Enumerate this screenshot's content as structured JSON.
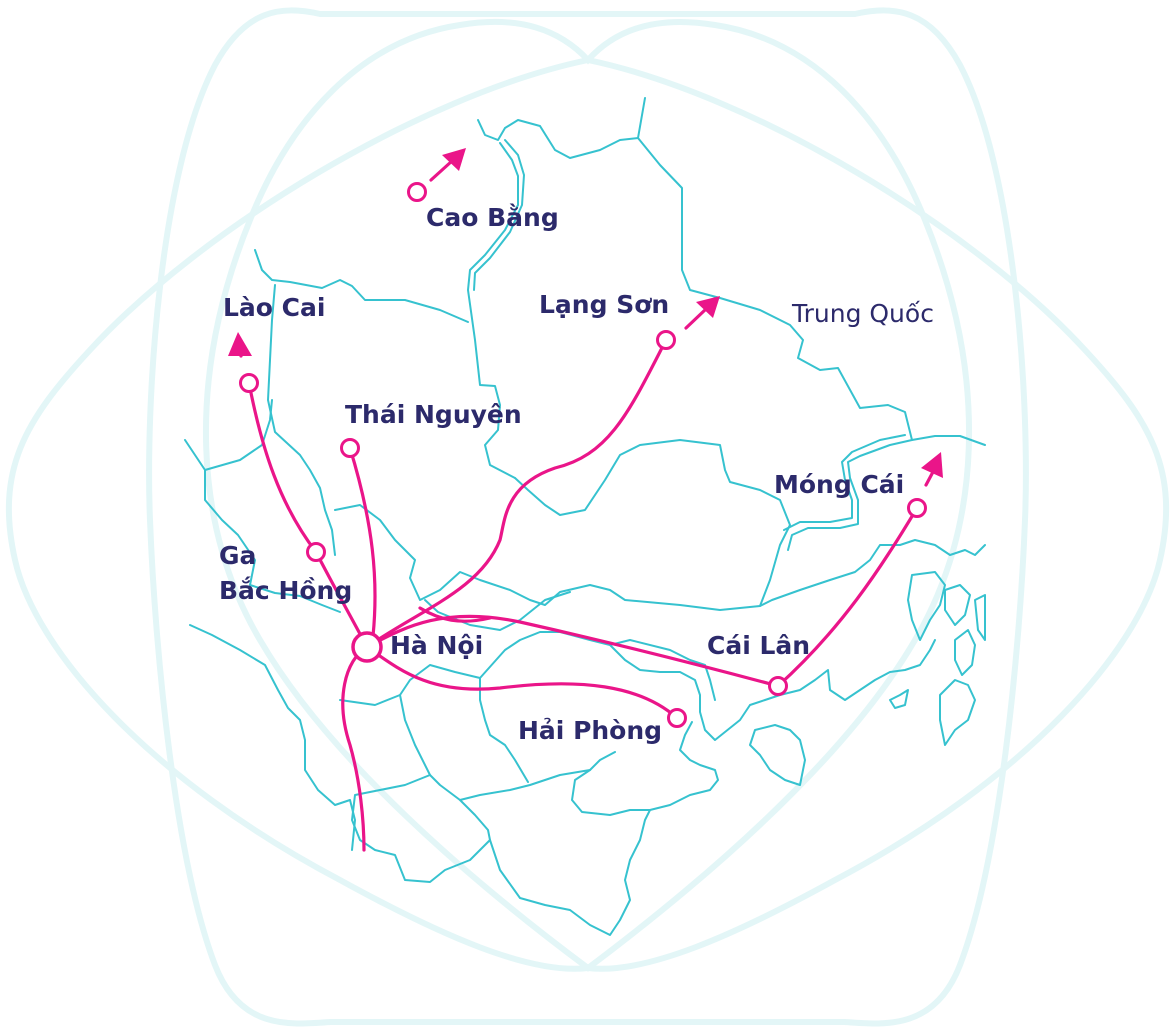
{
  "colors": {
    "route": "#ea1589",
    "border": "#36c2cf",
    "decoration": "#e3f6f7",
    "label": "#2c2a6b"
  },
  "labels": {
    "cao_bang": "Cao Bằng",
    "lang_son": "Lạng Sơn",
    "trung_quoc": "Trung Quốc",
    "lao_cai": "Lào Cai",
    "thai_nguyen": "Thái Nguyên",
    "mong_cai": "Móng Cái",
    "ga_line1": "Ga",
    "ga_line2": "Bắc Hồng",
    "ha_noi": "Hà Nội",
    "cai_lan": "Cái Lân",
    "hai_phong": "Hải Phòng"
  }
}
